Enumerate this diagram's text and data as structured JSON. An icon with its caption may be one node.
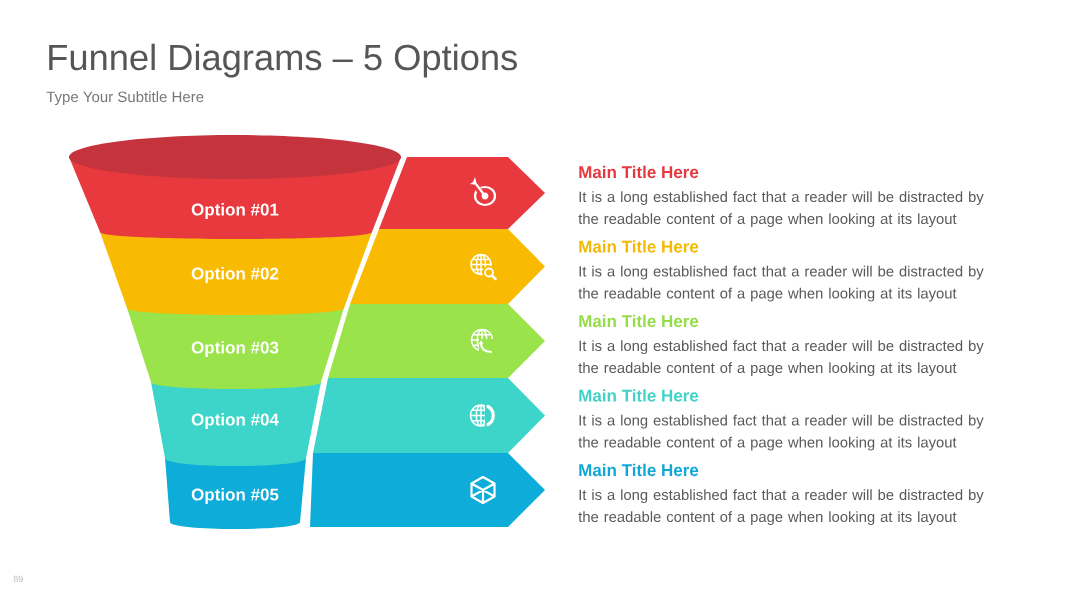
{
  "diagram": {
    "title": "Funnel Diagrams – 5 Options",
    "nodes": [
      {
        "text": [
          "Option #01"
        ]
      },
      {
        "text": [
          "Option #02"
        ]
      },
      {
        "text": [
          "Option #03"
        ]
      },
      {
        "text": [
          "Option #04"
        ]
      },
      {
        "text": [
          "Option #05"
        ]
      },
      {
        "text": [],
        "shape": "arrow",
        "beside": [
          "Main Title Here",
          "It is a long established fact that a reader will be distracted by the readable content of a page when looking at its layout"
        ]
      },
      {
        "text": [],
        "shape": "arrow",
        "beside": [
          "Main Title Here",
          "It is a long established fact that a reader will be distracted by the readable content of a page when looking at its layout"
        ]
      },
      {
        "text": [],
        "shape": "arrow",
        "beside": [
          "Main Title Here",
          "It is a long established fact that a reader will be distracted by the readable content of a page when looking at its layout"
        ]
      },
      {
        "text": [],
        "shape": "arrow",
        "beside": [
          "Main Title Here",
          "It is a long established fact that a reader will be distracted by the readable content of a page when looking at its layout"
        ]
      },
      {
        "text": [],
        "shape": "arrow",
        "beside": [
          "Main Title Here",
          "It is a long established fact that a reader will be distracted by the readable content of a page when looking at its layout"
        ]
      }
    ],
    "labels": [
      "Type Your Subtitle Here",
      "89"
    ]
  }
}
